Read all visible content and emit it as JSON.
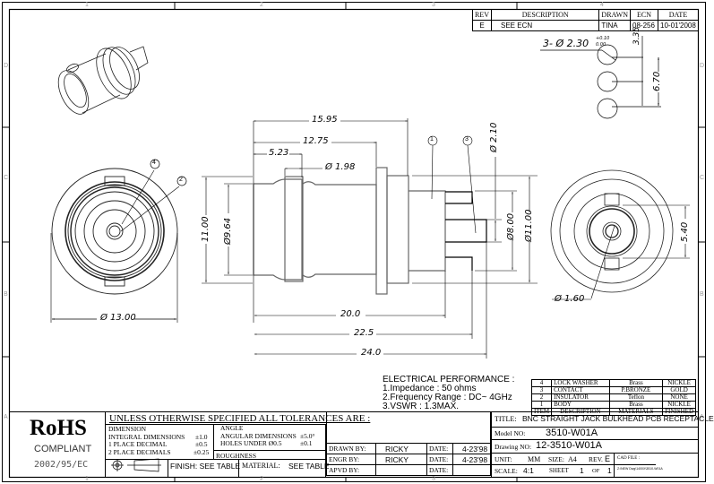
{
  "border": {
    "columns": [
      "1",
      "2",
      "3",
      "4"
    ],
    "rows": [
      "D",
      "C",
      "B",
      "A"
    ]
  },
  "revision_block": {
    "headers": [
      "REV",
      "DESCRIPTION",
      "DRAWN",
      "ECN",
      "DATE"
    ],
    "rows": [
      {
        "rev": "E",
        "description": "SEE ECN",
        "drawn": "TINA",
        "ecn": "08-256",
        "date": "10-01'2008"
      }
    ]
  },
  "dimensions": {
    "overall_length_1": "15.95",
    "overall_length_2": "12.75",
    "groove_offset": "5.23",
    "groove_width": "Ø 1.98",
    "pin_dia": "Ø 2.10",
    "body_dia_inner": "Ø8.00",
    "body_dia_outer": "Ø11.00",
    "thread_dia": "Ø9.64",
    "flat_height": "11.00",
    "len_20": "20.0",
    "len_22_5": "22.5",
    "len_24": "24.0",
    "front_dia": "Ø 13.00",
    "center_pin_dia": "Ø 1.60",
    "key_width": "5.40",
    "pcb_holes": "3- Ø 2.30",
    "pcb_holes_tol_upper": "+0.10",
    "pcb_holes_tol_lower": "0.00",
    "hole_pitch_1": "3.35",
    "hole_pitch_2": "6.70"
  },
  "balloons": [
    "1",
    "2",
    "3",
    "4"
  ],
  "electrical_performance": {
    "title": "ELECTRICAL PERFORMANCE :",
    "lines": [
      "1.Impedance : 50 ohms",
      "2.Frequency Range : DC~ 4GHz",
      "3.VSWR : 1.3MAX."
    ]
  },
  "bom": {
    "headers": [
      "ITEM",
      "DESCRIPTION",
      "MATERIALS",
      "FINISHED"
    ],
    "rows": [
      {
        "item": "4",
        "description": "LOCK WASHER",
        "material": "Brass",
        "finish": "NICKLE"
      },
      {
        "item": "3",
        "description": "CONTACT",
        "material": "P.BRONZE",
        "finish": "GOLD"
      },
      {
        "item": "2",
        "description": "INSULATOR",
        "material": "Teflon",
        "finish": "NONE"
      },
      {
        "item": "1",
        "description": "BODY",
        "material": "Brass",
        "finish": "NICKLE"
      }
    ]
  },
  "rohs": {
    "title": "RoHS",
    "subtitle": "COMPLIANT",
    "directive": "2002/95/EC"
  },
  "tolerances": {
    "heading": "UNLESS OTHERWISE SPECIFIED ALL TOLERANCES ARE :",
    "dimension_label": "DIMENSION",
    "integral": {
      "label": "INTEGRAL  DIMENSIONS",
      "value": "±1.0"
    },
    "one_place": {
      "label": "1 PLACE  DECIMAL",
      "value": "±0.5"
    },
    "two_place": {
      "label": "2 PLACE  DECIMALS",
      "value": "±0.25"
    },
    "angle_label": "ANGLE",
    "angular": {
      "label": "ANGULAR DIMENSIONS",
      "value": "±5.0°"
    },
    "holes": {
      "label": "HOLES UNDER  Ø0.5",
      "value": "±0.1"
    },
    "roughness": "ROUGHNESS",
    "finish": "FINISH: SEE TABLE",
    "material_label": "MATERIAL:",
    "material_value": "SEE TABLE"
  },
  "approvals": [
    {
      "label": "DRAWN BY:",
      "name": "RICKY",
      "date_label": "DATE:",
      "date": "4-23'98"
    },
    {
      "label": "ENGR BY:",
      "name": "RICKY",
      "date_label": "DATE:",
      "date": "4-23'98"
    },
    {
      "label": "APVD BY:",
      "name": "",
      "date_label": "DATE:",
      "date": ""
    }
  ],
  "title_block": {
    "title_label": "TITLE:",
    "title": "BNC STRAIGHT JACK BULKHEAD PCB RECEPTACLE",
    "model_label": "Model NO:",
    "model": "3510-W01A",
    "drawing_label": "Drawing NO:",
    "drawing": "12-3510-W01A",
    "unit_label": "UNIT:",
    "unit": "MM",
    "size_label": "SIZE:",
    "size": "A4",
    "rev_label": "REV.",
    "rev": "E",
    "cad_label": "CAD FILE :",
    "cad_file": "Z:\\NEW Dwg\\1400X\\3510-W01A",
    "scale_label": "SCALE:",
    "scale": "4:1",
    "sheet_label": "SHEET",
    "sheet": "1",
    "of_label": "OF",
    "sheets": "1"
  }
}
